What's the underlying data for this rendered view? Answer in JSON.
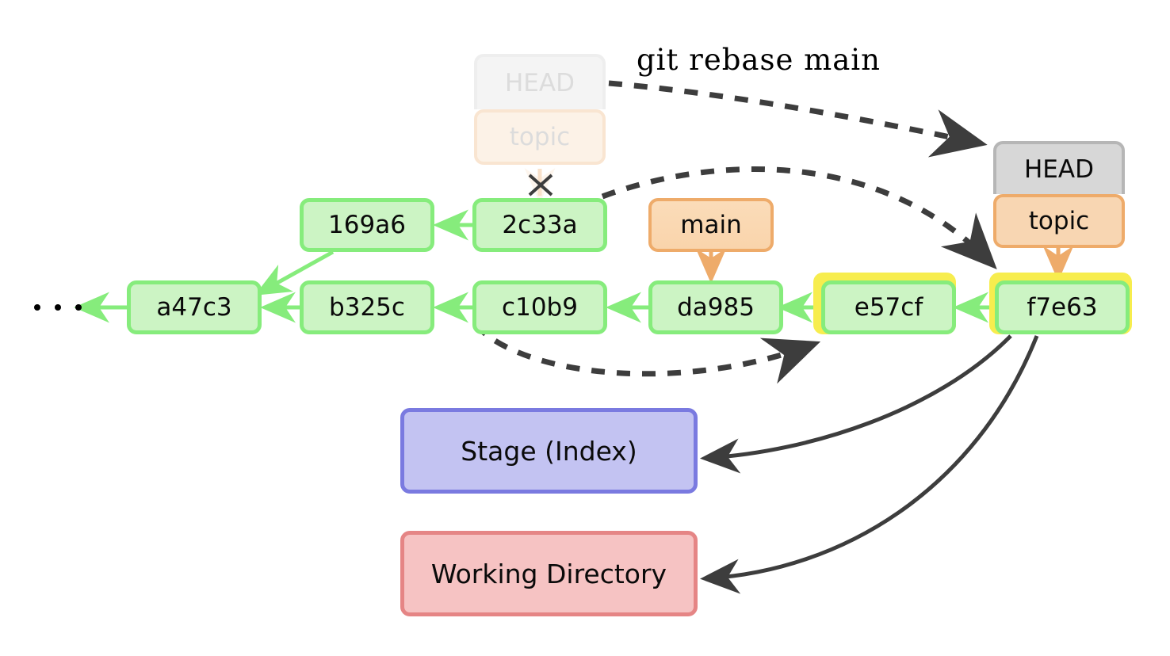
{
  "diagram": {
    "title_command": "git rebase main",
    "background": "#ffffff",
    "colors": {
      "commit_fill": "#ccf4c4",
      "commit_border": "#86ec7c",
      "branch_fill": "#f9d4ab",
      "branch_border": "#eeab6a",
      "head_fill": "#d7d7d7",
      "head_border": "#b6b6b6",
      "highlight": "#f7ed4e",
      "stage_fill": "#c3c3f2",
      "stage_border": "#7a7ae0",
      "workdir_fill": "#f6c3c3",
      "workdir_border": "#e58585",
      "arrow_dark": "#3d3d3d",
      "arrow_green": "#86ec7c",
      "arrow_orange": "#eeab6a"
    },
    "ellipsis": "...",
    "commits": [
      {
        "id": "a47c3",
        "label": "a47c3",
        "row": "bottom",
        "highlighted": false
      },
      {
        "id": "b325c",
        "label": "b325c",
        "row": "bottom",
        "highlighted": false
      },
      {
        "id": "c10b9",
        "label": "c10b9",
        "row": "bottom",
        "highlighted": false
      },
      {
        "id": "da985",
        "label": "da985",
        "row": "bottom",
        "highlighted": false
      },
      {
        "id": "e57cf",
        "label": "e57cf",
        "row": "bottom",
        "highlighted": true
      },
      {
        "id": "f7e63",
        "label": "f7e63",
        "row": "bottom",
        "highlighted": true
      },
      {
        "id": "169a6",
        "label": "169a6",
        "row": "top",
        "highlighted": false
      },
      {
        "id": "2c33a",
        "label": "2c33a",
        "row": "top",
        "highlighted": false
      }
    ],
    "refs": {
      "ghost_head": "HEAD",
      "ghost_topic": "topic",
      "head": "HEAD",
      "topic": "topic",
      "main": "main"
    },
    "areas": {
      "stage": "Stage (Index)",
      "working_directory": "Working Directory"
    }
  }
}
